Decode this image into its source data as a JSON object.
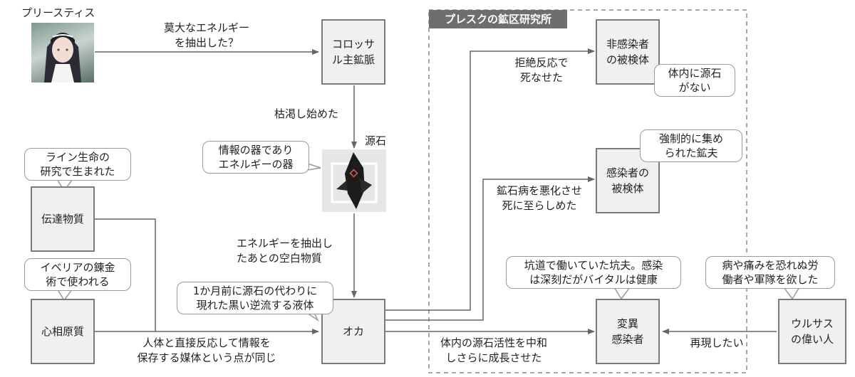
{
  "region": {
    "title": "プレスクの鉱区研究所"
  },
  "nodes": {
    "priestess": "プリースティス",
    "colossal_vein": "コロッサ\nル主鉱脈",
    "originium": "源石",
    "carrier": "伝達物質",
    "psyche": "心相原質",
    "oka": "オカ",
    "uninfected_subject": "非感染者\nの被検体",
    "infected_subject": "感染者の\n被検体",
    "mutant_infected": "変異\n感染者",
    "ursus_leader": "ウルサス\nの偉い人"
  },
  "bubbles": {
    "originium_note": "情報の器であり\nエネルギーの器",
    "carrier_note": "ライン生命の\n研究で生まれた",
    "psyche_note": "イベリアの錬金\n術で使われる",
    "oka_note": "1か月前に源石の代わりに\n現れた黒い逆流する液体",
    "uninfected_note": "体内に源石\nがない",
    "infected_note": "強制的に集め\nられた鉱夫",
    "mutant_note": "坑道で働いていた坑夫。感染\nは深刻だがバイタルは健康",
    "ursus_note": "病や痛みを恐れぬ労\n働者や軍隊を欲した"
  },
  "edge_labels": {
    "extract_energy": "莫大なエネルギー\nを抽出した？",
    "depleting": "枯渇し始めた",
    "blank_matter": "エネルギーを抽出し\nたあとの空白物質",
    "same_medium": "人体と直接反応して情報を\n保存する媒体という点が同じ",
    "rejection_death": "拒絶反応で\n死なせた",
    "worsen_death": "鉱石病を悪化させ\n死に至らしめた",
    "neutralize_grow": "体内の源石活性を中和\nしさらに成長させた",
    "want_reproduce": "再現したい"
  }
}
